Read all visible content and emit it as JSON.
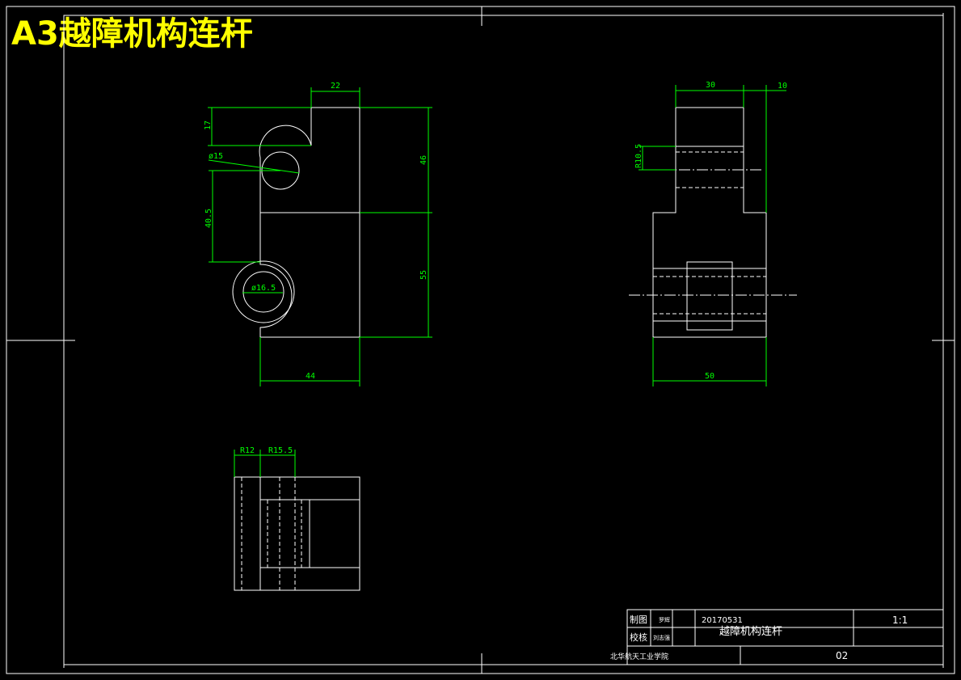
{
  "title": "A3越障机构连杆",
  "dimensions": {
    "d22": "22",
    "d17": "17",
    "d15": "ø15",
    "d46": "46",
    "d40_5": "40.5",
    "d16_5": "ø16.5",
    "d55": "55",
    "d44": "44",
    "d30": "30",
    "d10": "10",
    "r10_5": "R10.5",
    "d50": "50",
    "r12": "R12",
    "r15_5": "R15.5"
  },
  "title_block": {
    "row1_label": "制图",
    "row1_name": "罗辉",
    "row1_date": "20170531",
    "row2_label": "校核",
    "row2_name": "刘志强",
    "part_name": "越障机构连杆",
    "scale": "1:1",
    "school": "北华航天工业学院",
    "drawing_no": "02"
  }
}
